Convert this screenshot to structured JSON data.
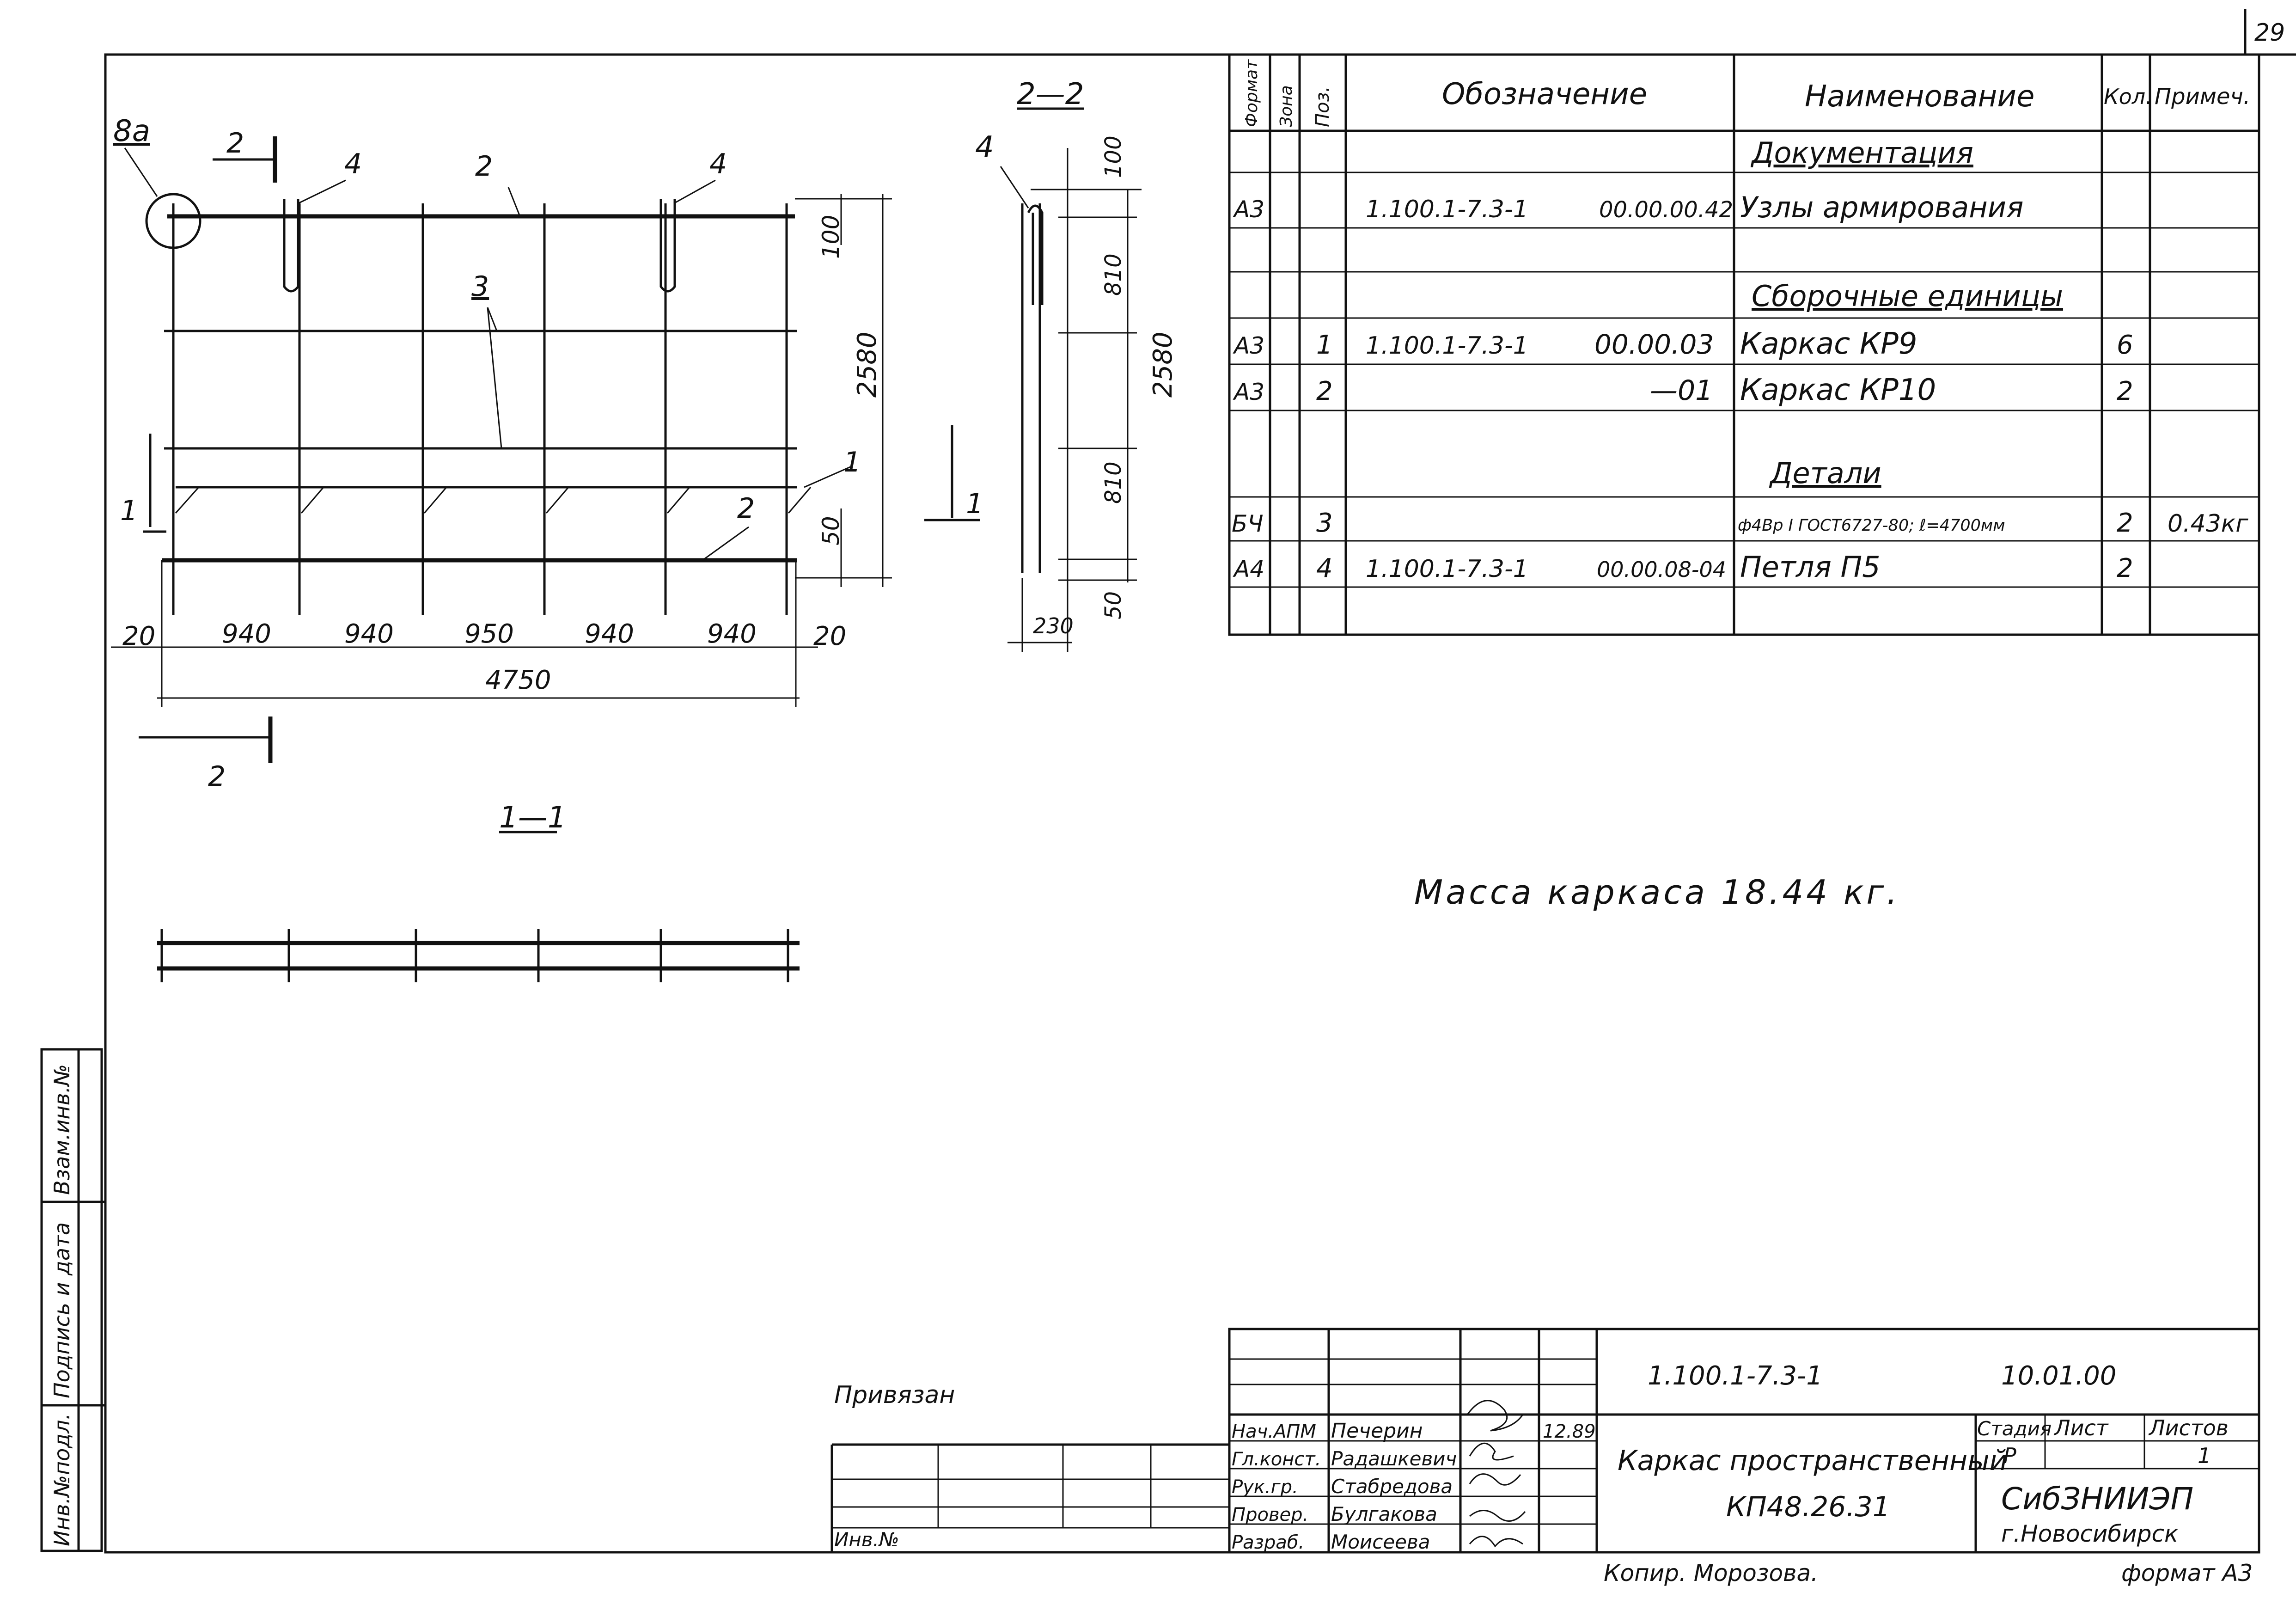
{
  "sheet": {
    "number": "29",
    "format": "формат А3",
    "copied_by": "Копир. Морозова."
  },
  "section_labels": {
    "s22": "2—2",
    "s11": "1—1",
    "cut2": "2",
    "cut1": "1",
    "node": "8а"
  },
  "elevation": {
    "marks": [
      "4",
      "2",
      "4",
      "3",
      "1",
      "2"
    ],
    "dims_bottom": [
      "20",
      "940",
      "940",
      "950",
      "940",
      "940",
      "20"
    ],
    "total_width": "4750",
    "dims_right": [
      "100",
      "2580",
      "50"
    ]
  },
  "section22": {
    "mark": "4",
    "dims": [
      "100",
      "810",
      "2580",
      "810",
      "50",
      "230"
    ]
  },
  "spec": {
    "headers": [
      "Формат",
      "Зона",
      "Поз.",
      "Обозначение",
      "Наименование",
      "Кол.",
      "Примеч."
    ],
    "rows": [
      {
        "fmt": "",
        "zone": "",
        "pos": "",
        "des1": "",
        "des2": "",
        "name": "Документация",
        "qty": "",
        "note": "",
        "section": true
      },
      {
        "fmt": "А3",
        "zone": "",
        "pos": "",
        "des1": "1.100.1-7.3-1",
        "des2": "00.00.00.42",
        "name": "Узлы армирования",
        "qty": "",
        "note": ""
      },
      {
        "fmt": "",
        "zone": "",
        "pos": "",
        "des1": "",
        "des2": "",
        "name": "",
        "qty": "",
        "note": ""
      },
      {
        "fmt": "",
        "zone": "",
        "pos": "",
        "des1": "",
        "des2": "",
        "name": "Сборочные единицы",
        "qty": "",
        "note": "",
        "section": true
      },
      {
        "fmt": "А3",
        "zone": "",
        "pos": "1",
        "des1": "1.100.1-7.3-1",
        "des2": "00.00.03",
        "name": "Каркас КР9",
        "qty": "6",
        "note": ""
      },
      {
        "fmt": "А3",
        "zone": "",
        "pos": "2",
        "des1": "",
        "des2": "—01",
        "name": "Каркас КР10",
        "qty": "2",
        "note": ""
      },
      {
        "fmt": "",
        "zone": "",
        "pos": "",
        "des1": "",
        "des2": "",
        "name": "",
        "qty": "",
        "note": ""
      },
      {
        "fmt": "",
        "zone": "",
        "pos": "",
        "des1": "",
        "des2": "",
        "name": "Детали",
        "qty": "",
        "note": "",
        "section": true
      },
      {
        "fmt": "БЧ",
        "zone": "",
        "pos": "3",
        "des1": "",
        "des2": "",
        "name": "ф4Вр I ГОСТ6727-80; ℓ=4700мм",
        "qty": "2",
        "note": "0.43кг"
      },
      {
        "fmt": "А4",
        "zone": "",
        "pos": "4",
        "des1": "1.100.1-7.3-1",
        "des2": "00.00.08-04",
        "name": "Петля П5",
        "qty": "2",
        "note": ""
      },
      {
        "fmt": "",
        "zone": "",
        "pos": "",
        "des1": "",
        "des2": "",
        "name": "",
        "qty": "",
        "note": ""
      }
    ]
  },
  "mass_note": "Масса каркаса  18.44 кг.",
  "title_block": {
    "designation": "1.100.1-7.3-1",
    "date_code": "10.01.00",
    "title_line1": "Каркас пространственный",
    "title_line2": "КП48.26.31",
    "stage_header": "Стадия",
    "sheet_header": "Лист",
    "sheets_header": "Листов",
    "stage": "Р",
    "sheets": "1",
    "org_line1": "СибЗНИИЭП",
    "org_line2": "г.Новосибирск",
    "roles": [
      {
        "role": "Нач.АПМ",
        "name": "Печерин",
        "date": "12.89"
      },
      {
        "role": "Гл.конст.",
        "name": "Радашкевич",
        "date": ""
      },
      {
        "role": "Рук.гр.",
        "name": "Стабредова",
        "date": ""
      },
      {
        "role": "Провер.",
        "name": "Булгакова",
        "date": ""
      },
      {
        "role": "Разраб.",
        "name": "Моисеева",
        "date": ""
      }
    ]
  },
  "binding": {
    "label": "Привязан",
    "inv": "Инв.№"
  },
  "side_stamp": [
    "Взам.инв.№",
    "Подпись и дата",
    "Инв.№подл."
  ]
}
